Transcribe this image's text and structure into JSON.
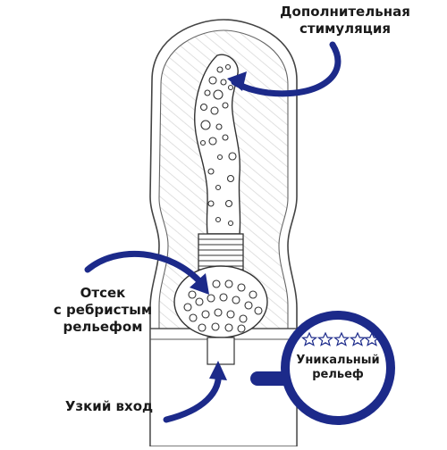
{
  "labels": {
    "extra_stimulation": [
      "Дополнительная",
      "стимуляция"
    ],
    "ribbed_chamber": [
      "Отсек",
      "с ребристым",
      "рельефом"
    ],
    "narrow_entrance": "Узкий вход"
  },
  "badge": {
    "text": [
      "Уникальный",
      "рельеф"
    ],
    "star_count": 5
  },
  "colors": {
    "outline": "#444444",
    "hatch": "#d8d8d8",
    "accent": "#1c2a8a",
    "text": "#1a1a1a"
  }
}
